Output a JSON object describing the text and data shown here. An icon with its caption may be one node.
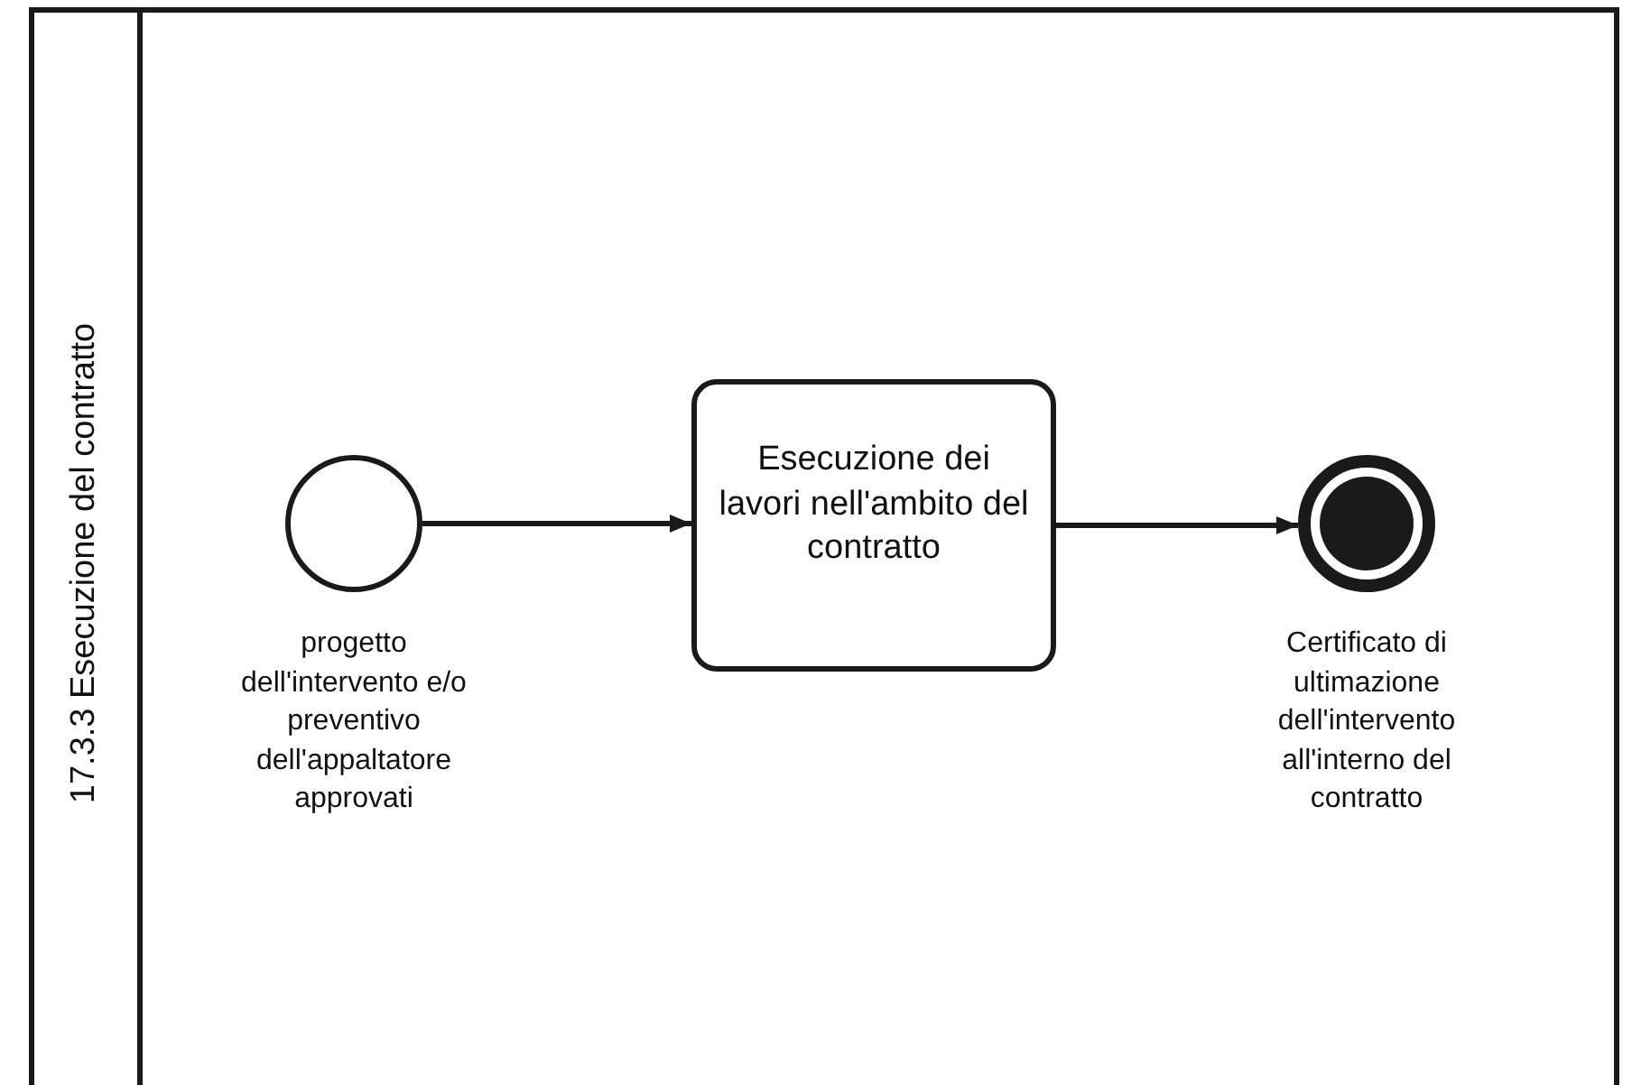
{
  "diagram": {
    "nodes": [
      {
        "text": [
          "17.3.3 Esecuzione del contratto"
        ]
      },
      {
        "text": [],
        "shape": "circle",
        "in": 0,
        "beside": [
          "progetto dell'intervento e/o preventivo dell'appaltatore approvati"
        ]
      },
      {
        "text": [
          "Esecuzione dei lavori nell'ambito del contratto"
        ],
        "in": 0
      },
      {
        "text": [],
        "shape": "circle",
        "in": 0,
        "beside": [
          "Certificato di ultimazione dell'intervento all'interno del contratto"
        ]
      }
    ],
    "edges": [
      {
        "from": 1,
        "to": 2,
        "arrow": "to"
      },
      {
        "from": 2,
        "to": 3,
        "arrow": "to"
      }
    ]
  }
}
